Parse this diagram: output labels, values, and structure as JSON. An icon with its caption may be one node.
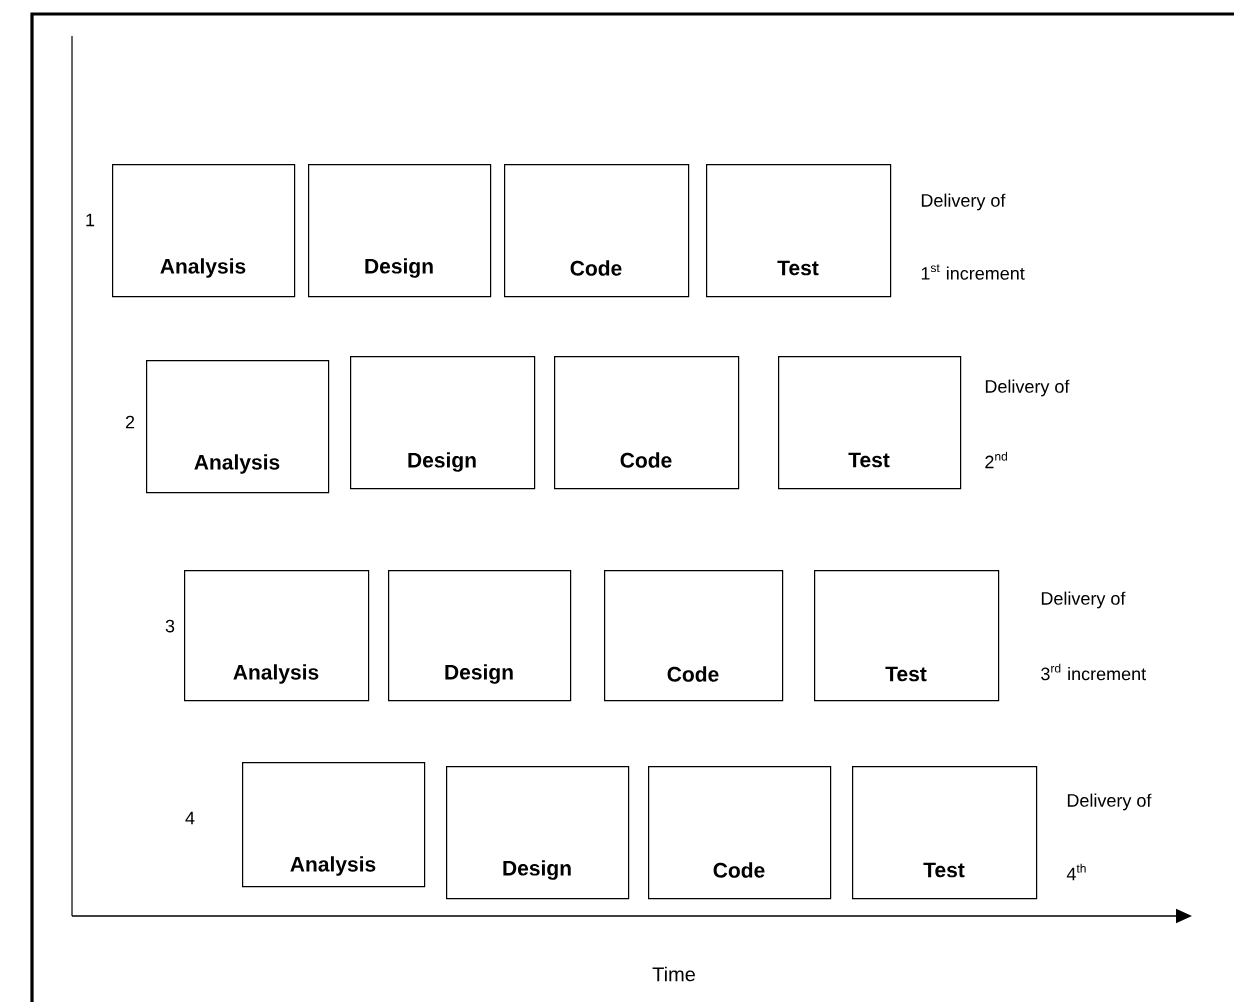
{
  "diagram": {
    "nodes": [
      {
        "text": [
          "Analysis"
        ]
      },
      {
        "text": [
          "Design"
        ]
      },
      {
        "text": [
          "Code"
        ]
      },
      {
        "text": [
          "Test"
        ]
      },
      {
        "text": [
          "Analysis"
        ]
      },
      {
        "text": [
          "Design"
        ]
      },
      {
        "text": [
          "Code"
        ]
      },
      {
        "text": [
          "Test"
        ]
      },
      {
        "text": [
          "Analysis"
        ]
      },
      {
        "text": [
          "Design"
        ]
      },
      {
        "text": [
          "Code"
        ]
      },
      {
        "text": [
          "Test"
        ]
      },
      {
        "text": [
          "Analysis"
        ]
      },
      {
        "text": [
          "Design"
        ]
      },
      {
        "text": [
          "Code"
        ]
      },
      {
        "text": [
          "Test"
        ]
      }
    ],
    "labels": [
      "1",
      "Delivery of",
      "1$^{st}$ increment",
      "2",
      "Delivery of",
      "2$^{nd}$",
      "3",
      "Delivery of",
      "3$^{rd}$ increment",
      "4",
      "Delivery of",
      "4$^{th}$",
      "Time"
    ]
  }
}
